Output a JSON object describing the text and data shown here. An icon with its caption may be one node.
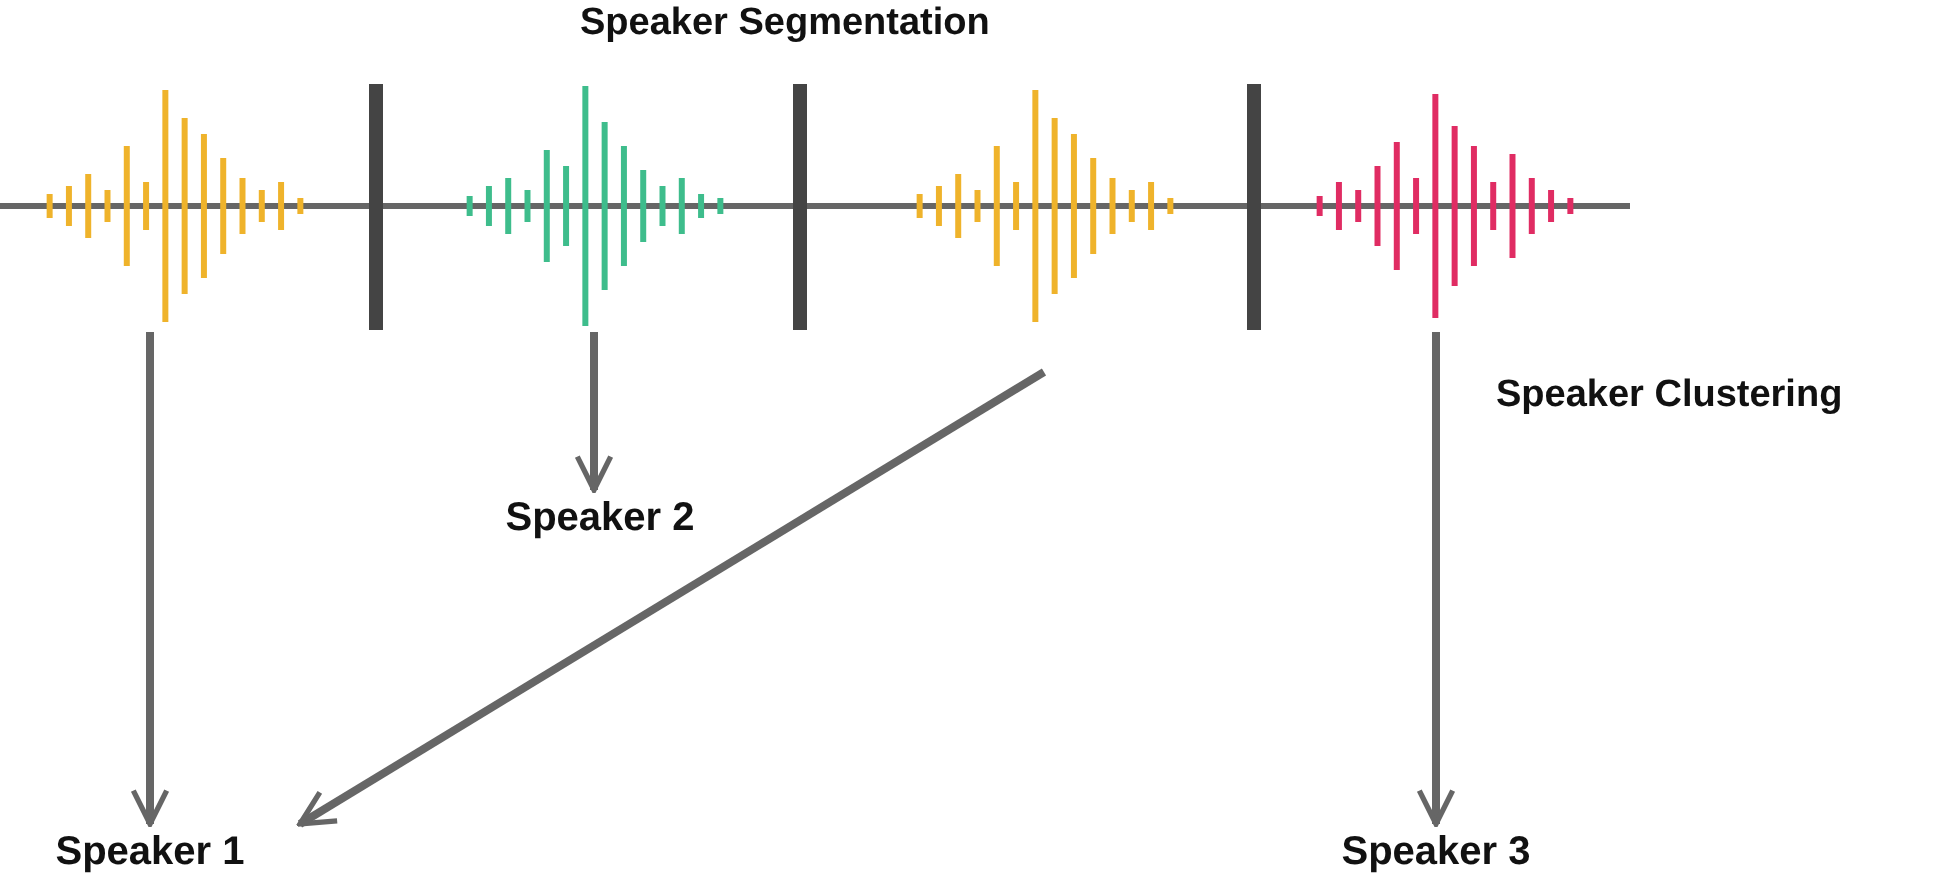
{
  "diagram": {
    "nodes": [
      {
        "text": [],
        "shape": "picture"
      },
      {
        "text": [],
        "shape": "picture"
      },
      {
        "text": [],
        "shape": "picture"
      },
      {
        "text": [],
        "shape": "picture"
      },
      {
        "text": [
          "Speaker 2"
        ]
      },
      {
        "text": [
          "Speaker 1"
        ]
      },
      {
        "text": [
          "Speaker 3"
        ]
      }
    ],
    "edges": [
      {
        "from": 0,
        "to": 5,
        "arrow": "to"
      },
      {
        "from": 1,
        "to": 4,
        "arrow": "to"
      },
      {
        "from": 2,
        "to": 5,
        "arrow": "to"
      },
      {
        "from": 3,
        "to": 6,
        "arrow": "to"
      }
    ],
    "labels": [
      "Speaker Segmentation",
      "Speaker Clustering"
    ]
  }
}
